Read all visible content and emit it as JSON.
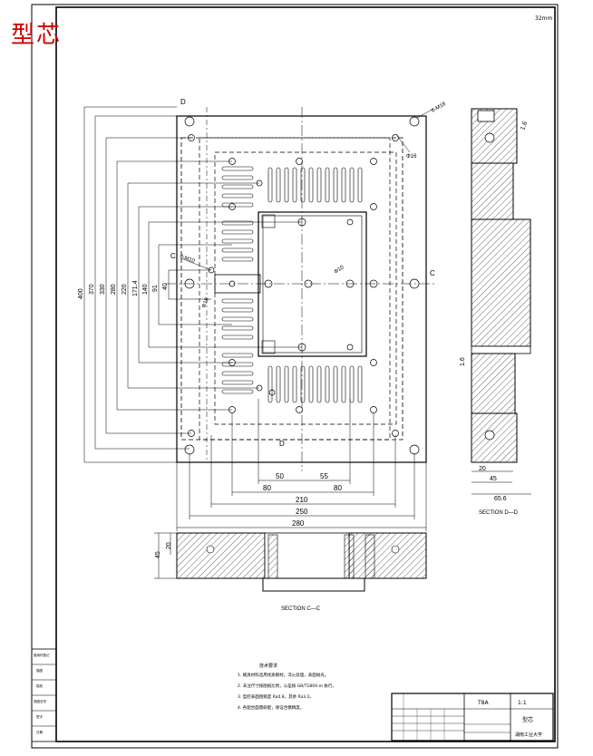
{
  "title_mark": "型芯",
  "corner_code": "32mm",
  "plan_view": {
    "dims_horizontal": [
      {
        "label": "50"
      },
      {
        "label": "55"
      },
      {
        "label": "80"
      },
      {
        "label": "80"
      },
      {
        "label": "210"
      },
      {
        "label": "250"
      },
      {
        "label": "280"
      }
    ],
    "dims_vertical": [
      "400",
      "370",
      "330",
      "280",
      "220",
      "171.4",
      "140",
      "91",
      "40"
    ],
    "callouts": {
      "bolt_holes": "6-M18",
      "pin_d": "Φ16",
      "guide": "Φ10",
      "small_holes": "8-M10",
      "slot": "Φ18"
    },
    "section_marks": {
      "d_top": "D",
      "d_bottom": "D",
      "c_left": "C",
      "c_right": "C"
    }
  },
  "section_dd": {
    "label": "SECTION D—D",
    "dims": [
      "45",
      "20",
      "65.6"
    ],
    "angles": [
      "1.6",
      "1.6"
    ]
  },
  "section_cc": {
    "label": "SECTION C—C",
    "dims": [
      "45",
      "20"
    ]
  },
  "notes": {
    "heading": "技术要求",
    "lines": [
      "1. 模具材料选用优质钢材，淬火处理，表面抛光。",
      "2. 未注尺寸按图纸比例，公差按 GB/T1804-m 执行。",
      "3. 型腔表面粗糙度 Ra0.8，其余 Ra3.2。",
      "4. 各配合面需研配，保证合模精度。"
    ]
  },
  "title_block": {
    "material": "T8A",
    "scale": "1:1",
    "part_name": "型芯",
    "school": "湖南工业大学"
  },
  "left_strip": [
    "借用件登记",
    "描图",
    "描校",
    "底图总号",
    "签字",
    "日期"
  ]
}
